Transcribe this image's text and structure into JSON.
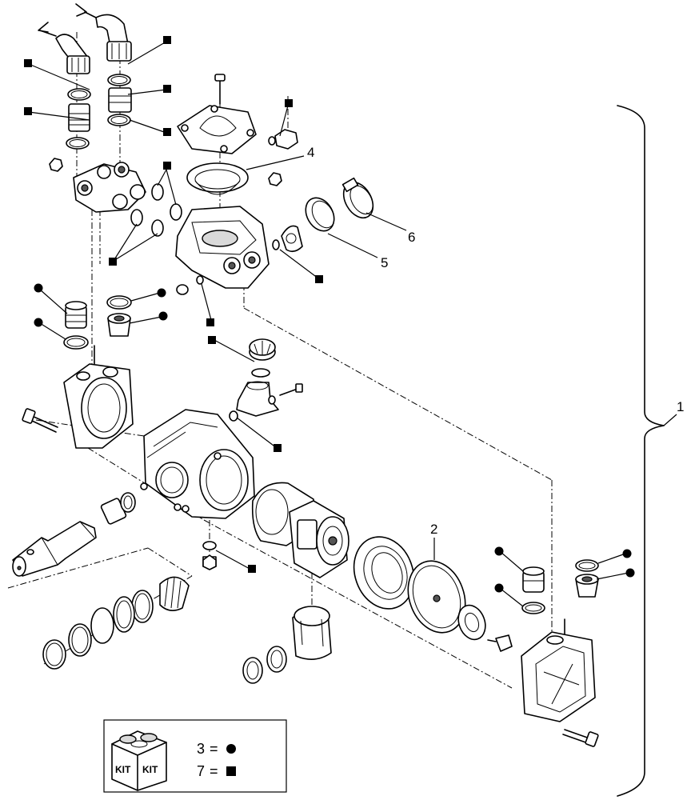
{
  "callouts": {
    "c1": "1",
    "c2": "2",
    "c4": "4",
    "c5": "5",
    "c6": "6"
  },
  "legend": {
    "box_label_left": "KIT",
    "box_label_right": "KIT",
    "row1_number": "3",
    "row1_equals": "=",
    "row1_symbol": "circle-marker",
    "row2_number": "7",
    "row2_equals": "=",
    "row2_symbol": "square-marker"
  },
  "colors": {
    "line": "#000000",
    "background": "#ffffff",
    "shade": "#d9d9d9"
  }
}
